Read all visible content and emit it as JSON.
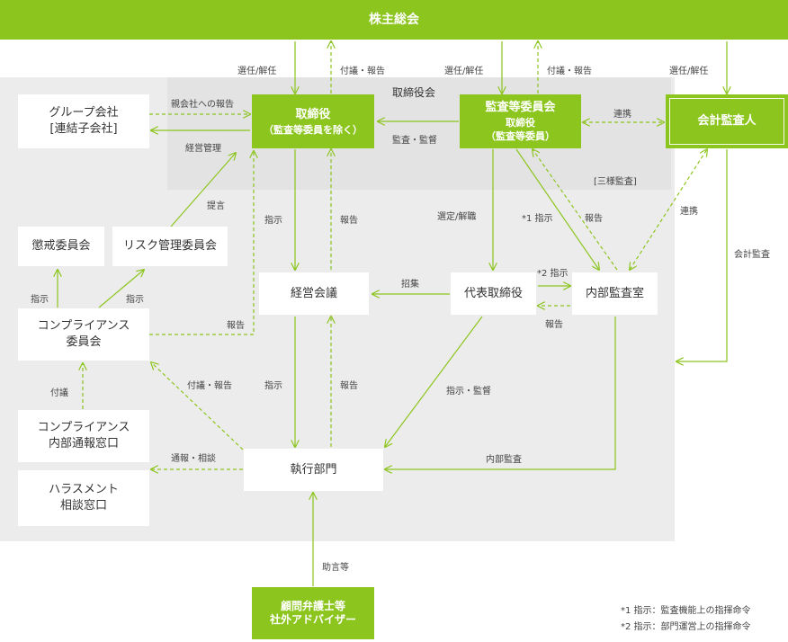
{
  "colors": {
    "accent": "#8cc51e",
    "panel": "#ececec"
  },
  "boxes": {
    "shareholders": "株主総会",
    "board_label": "取締役会",
    "directors_title": "取締役",
    "directors_sub": "（監査等委員を除く）",
    "audit_committee_title": "監査等委員会",
    "audit_committee_sub1": "取締役",
    "audit_committee_sub2": "（監査等委員）",
    "auditor": "会計監査人",
    "group_line1": "グループ会社",
    "group_line2": "[連結子会社]",
    "discipline": "懲戒委員会",
    "risk": "リスク管理委員会",
    "compliance_line1": "コンプライアンス",
    "compliance_line2": "委員会",
    "whistle_line1": "コンプライアンス",
    "whistle_line2": "内部通報窓口",
    "harassment_line1": "ハラスメント",
    "harassment_line2": "相談窓口",
    "mgmt_meeting": "経営会議",
    "president": "代表取締役",
    "internal_audit": "内部監査室",
    "exec": "執行部門",
    "advisors_line1": "顧問弁護士等",
    "advisors_line2": "社外アドバイザー"
  },
  "labels": {
    "elect1": "選任/解任",
    "report1": "付議・報告",
    "elect2": "選任/解任",
    "report2": "付議・報告",
    "elect3": "選任/解任",
    "parent_report": "親会社への報告",
    "mgmt_control": "経営管理",
    "supervise": "監査・監督",
    "cooperation1": "連携",
    "three_audit": "[三様監査]",
    "proposal": "提言",
    "instruct1": "指示",
    "report3": "報告",
    "select": "選定/解職",
    "note1_instr": "*1 指示",
    "report4": "報告",
    "cooperation2": "連携",
    "acct_audit": "会計監査",
    "instr_left": "指示",
    "instr_left2": "指示",
    "report_comp": "報告",
    "convene": "招集",
    "note2_instr": "*2 指示",
    "report5": "報告",
    "fugi_left": "付議",
    "report_exec": "付議・報告",
    "instruct2": "指示",
    "report6": "報告",
    "instr_supervise": "指示・監督",
    "notify": "通報・相談",
    "internal_audit_lbl": "内部監査",
    "advice": "助言等"
  },
  "notes": {
    "note1": "*1 指示：監査機能上の指揮命令",
    "note2": "*2 指示：部門運営上の指揮命令"
  }
}
